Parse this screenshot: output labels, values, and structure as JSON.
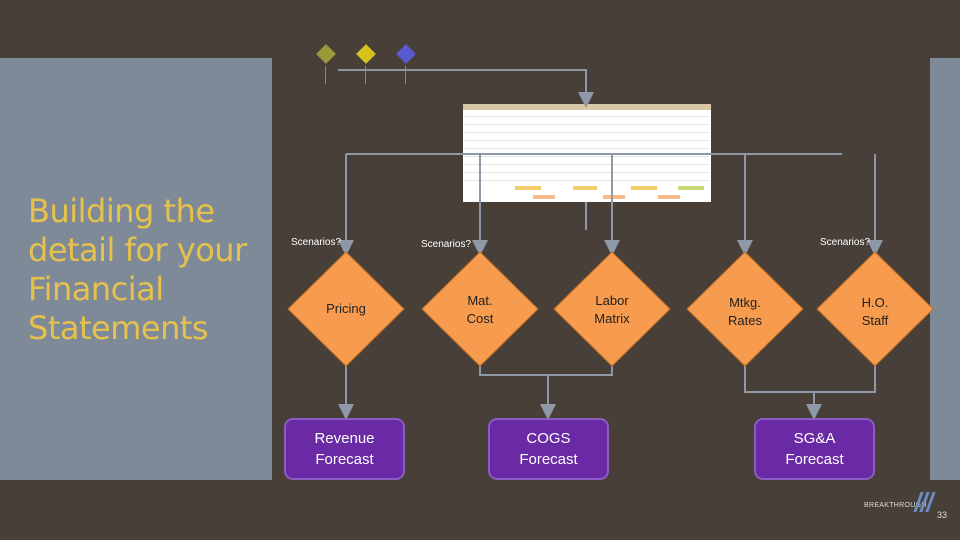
{
  "slide": {
    "title": "Building the detail for your Financial Statements",
    "page_number": "33",
    "logo_text": "BREAKTHROUGH"
  },
  "scenario_labels": {
    "left": "Scenarios?",
    "middle": "Scenarios?",
    "right": "Scenarios?"
  },
  "decisions": {
    "pricing": "Pricing",
    "mat_cost": "Mat.\nCost",
    "labor_matrix": "Labor\nMatrix",
    "mtkg_rates": "Mtkg.\nRates",
    "ho_staff": "H.O.\nStaff"
  },
  "forecasts": {
    "revenue": "Revenue\nForecast",
    "cogs": "COGS\nForecast",
    "sga": "SG&A\nForecast"
  },
  "colors": {
    "background": "#473f38",
    "title": "#e6c14b",
    "panel": "#7f8a98",
    "decision": "#f79c4e",
    "forecast": "#6a2aa6",
    "connector": "#8e98a6"
  }
}
